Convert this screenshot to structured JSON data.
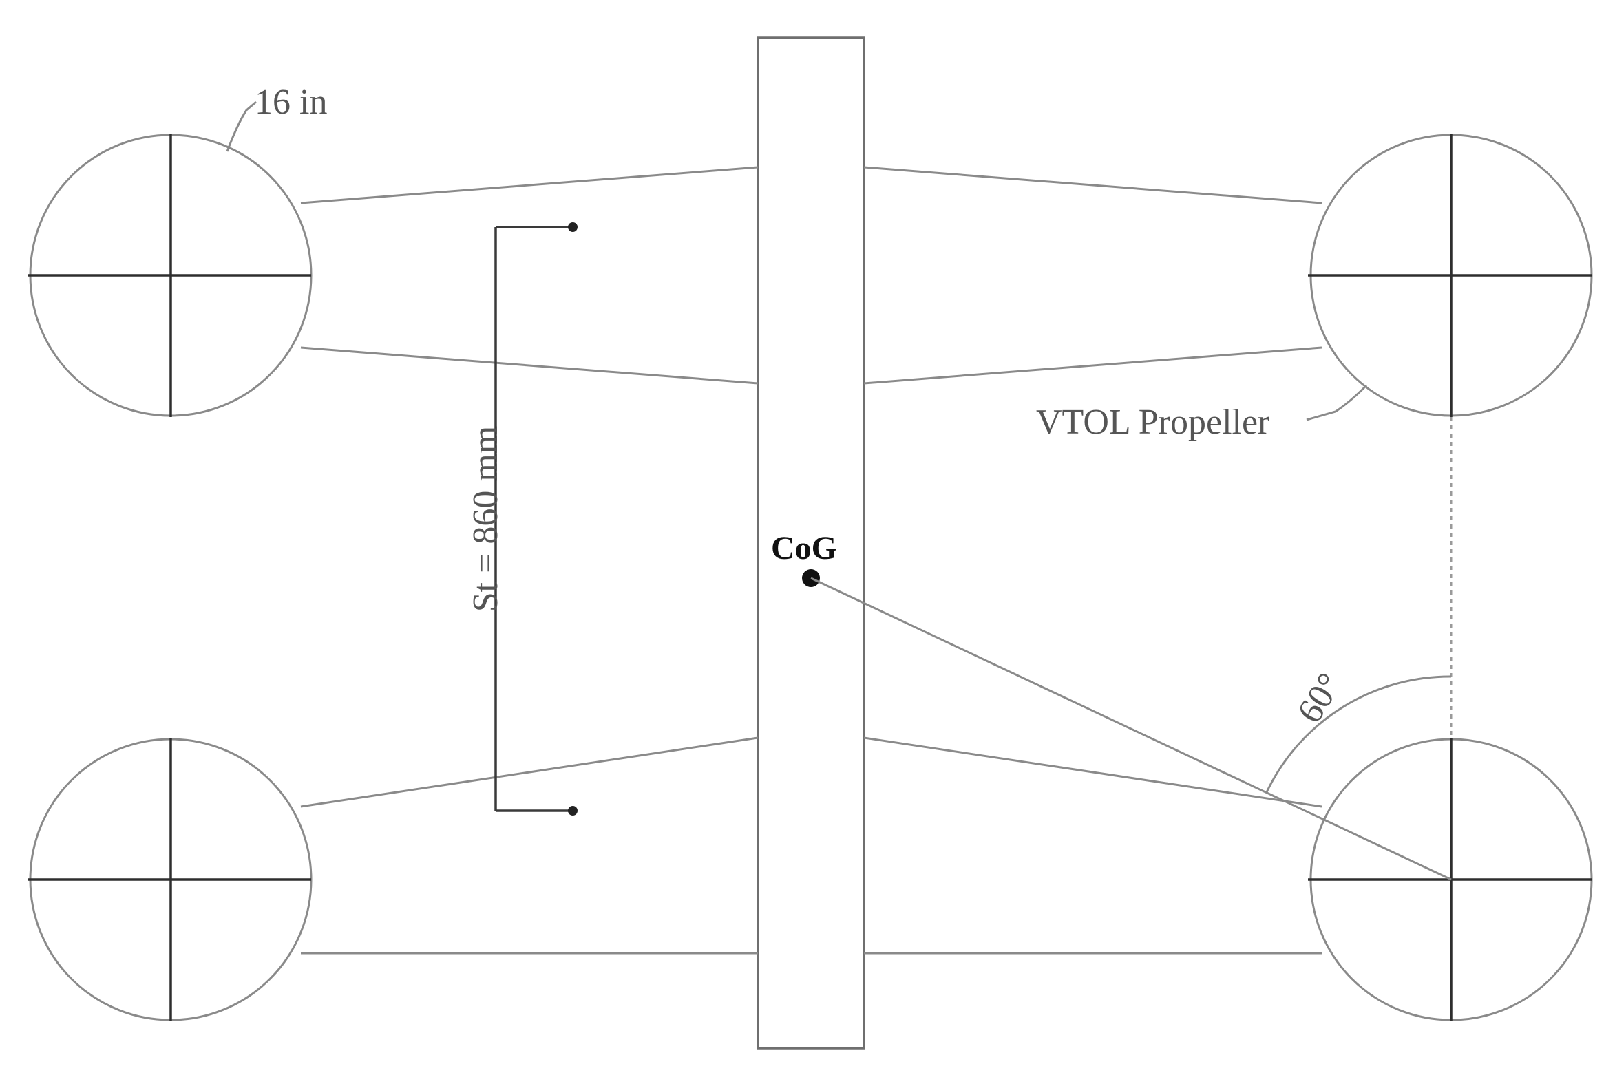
{
  "labels": {
    "prop_size": "16 in",
    "propeller": "VTOL Propeller",
    "spacing": "St = 860 mm",
    "cog": "CoG",
    "angle": "60°"
  }
}
